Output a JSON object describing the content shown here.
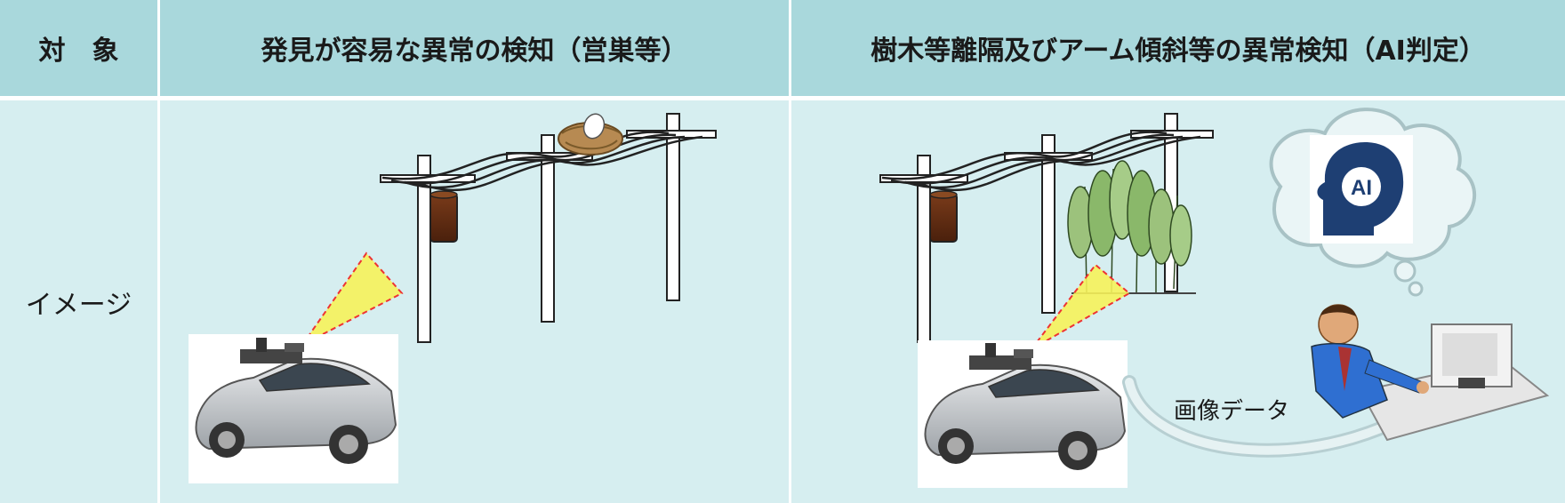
{
  "header": {
    "col1": "対　象",
    "col2": "発見が容易な異常の検知（営巣等）",
    "col3": "樹木等離隔及びアーム傾斜等の異常検知（AI判定）"
  },
  "row": {
    "label": "イメージ"
  },
  "panel3": {
    "data_label": "画像データ",
    "ai_badge": "AI"
  }
}
